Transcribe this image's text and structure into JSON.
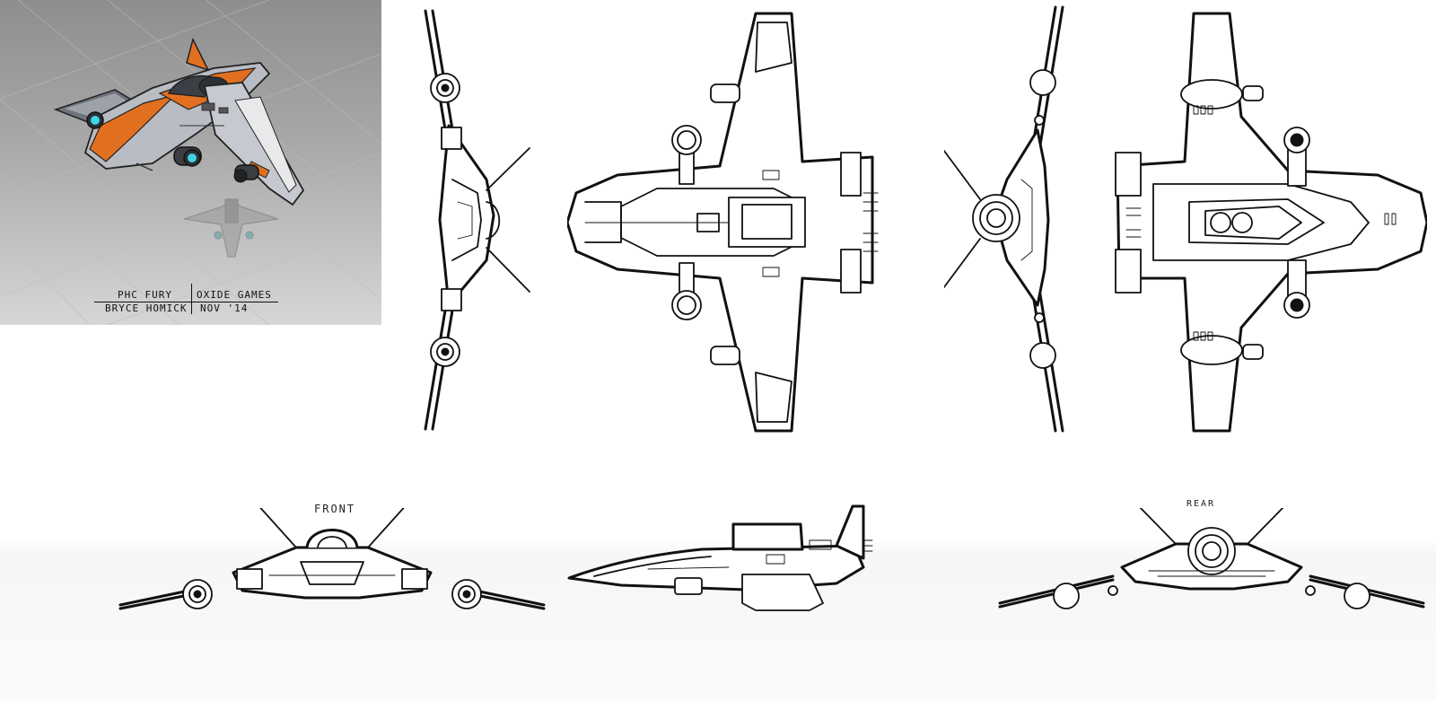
{
  "title_block": {
    "ship_name": "PHC FURY",
    "studio": "OXIDE GAMES",
    "artist": "BRYCE HOMICK",
    "date": "NOV '14"
  },
  "view_labels": {
    "front": "FRONT",
    "rear": "REAR"
  },
  "colors": {
    "render_orange": "#e0701f",
    "render_grey": "#b9bcc3",
    "engine_glow": "#3fd3e6",
    "ink": "#111111",
    "panel_bg": "#a9a9a9"
  }
}
